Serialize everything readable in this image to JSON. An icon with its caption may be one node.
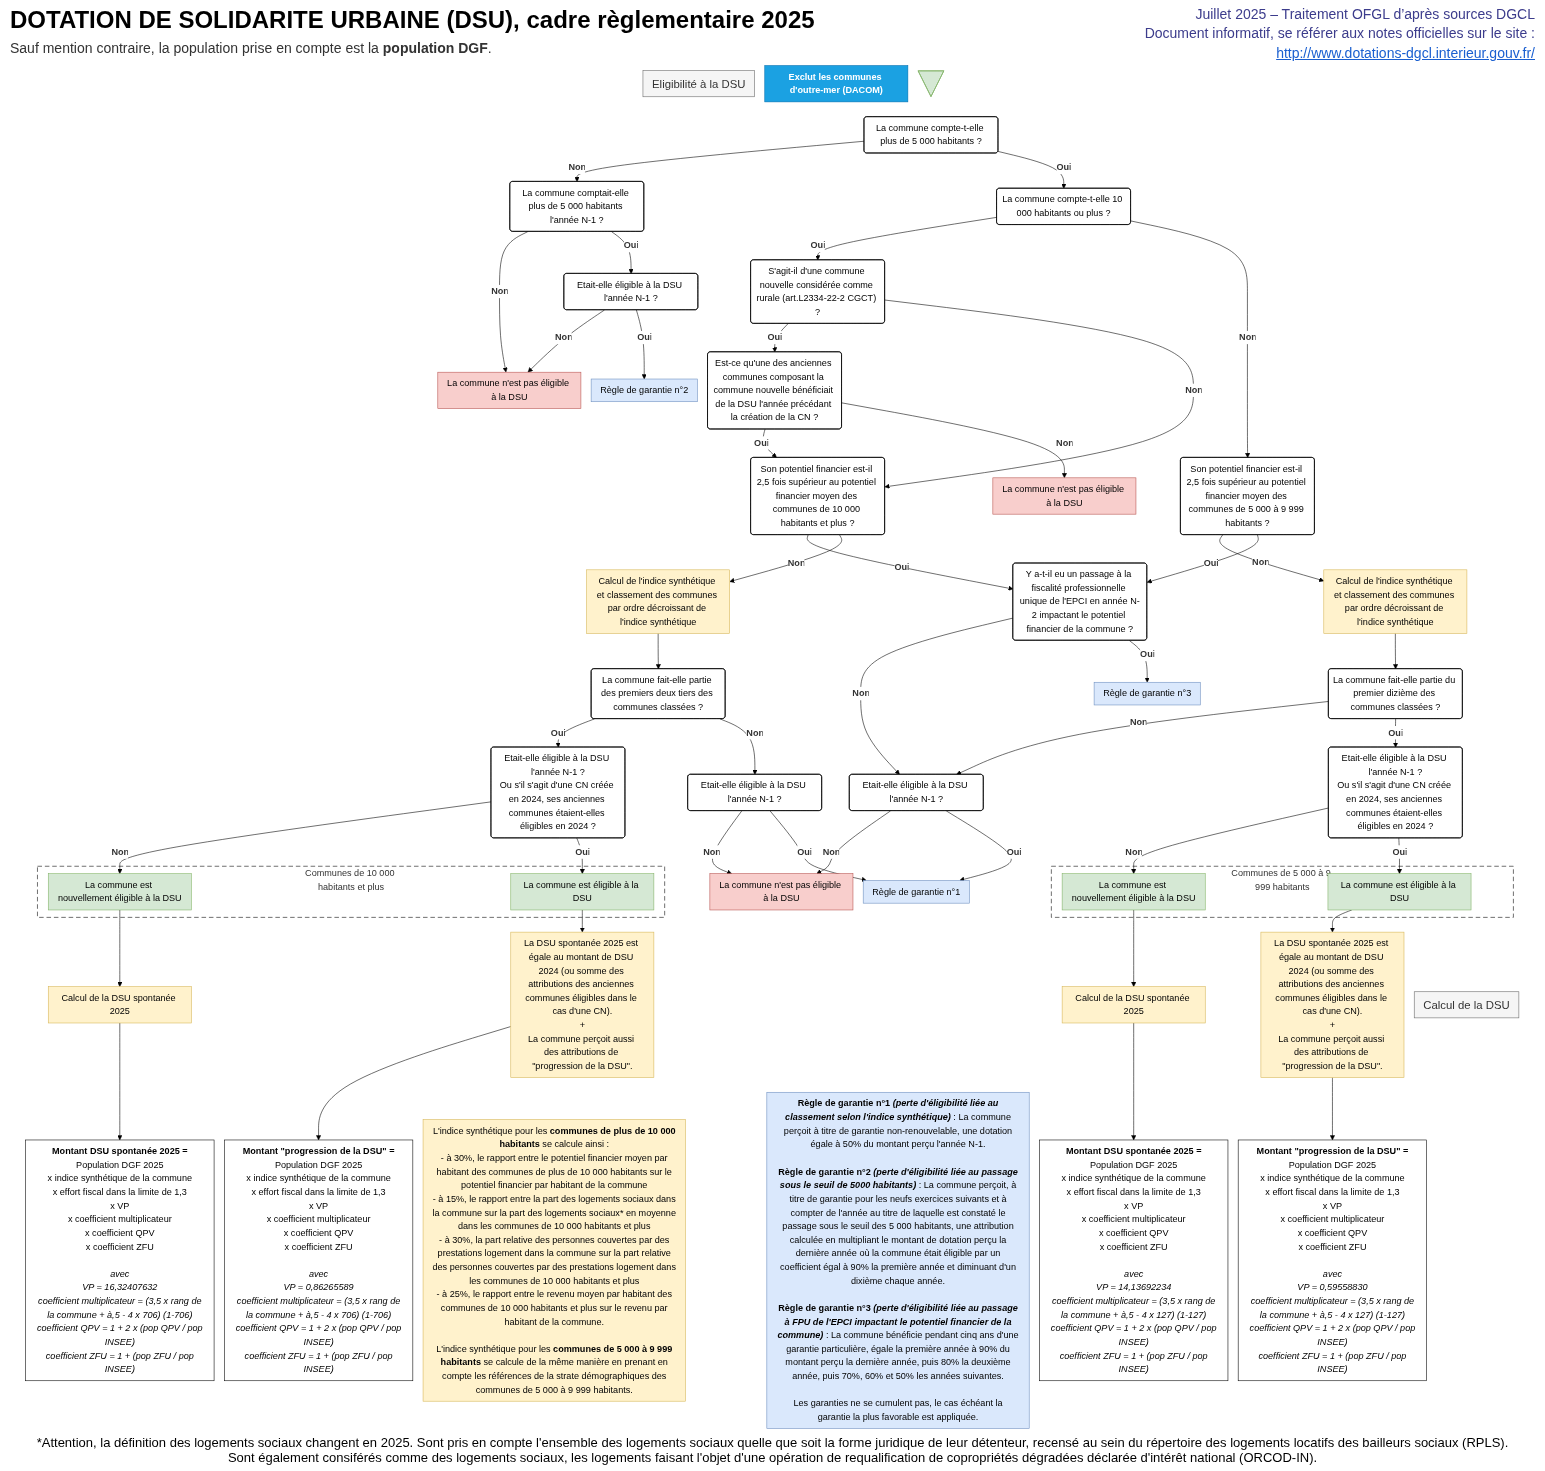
{
  "diagram": {
    "title": "DOTATION DE SOLIDARITE URBAINE (DSU), cadre règlementaire 2025",
    "nodes": [
      {
        "text": [
          "Eligibilité à la DSU"
        ]
      },
      {
        "text": [
          "Exclut les communes d'outre-mer (DACOM)"
        ]
      },
      {
        "text": [],
        "shape": "triangle"
      },
      {
        "text": [
          "La commune compte-t-elle plus de 5 000 habitants ?"
        ]
      },
      {
        "text": [
          "La commune comptait-elle plus de 5 000 habitants l'année N-1 ?"
        ]
      },
      {
        "text": [
          "La commune compte-t-elle 10 000 habitants ou plus ?"
        ]
      },
      {
        "text": [
          "S'agit-il d'une commune nouvelle considérée comme rurale (art.L2334-22-2 CGCT) ?"
        ]
      },
      {
        "text": [
          "Est-ce qu'une des anciennes communes composant la commune nouvelle bénéficiait de la DSU l'année précédant la création de la CN ?"
        ]
      },
      {
        "text": [
          "La commune n'est pas éligible à la DSU"
        ]
      },
      {
        "text": [
          "Etait-elle éligible à la DSU l'année N-1 ?"
        ]
      },
      {
        "text": [
          "La commune n'est pas éligible à la DSU"
        ]
      },
      {
        "text": [
          "Son potentiel financier est-il 2,5 fois supérieur au potentiel financier moyen des communes de 5 000 à 9 999 habitants ?"
        ]
      },
      {
        "text": [
          "Son potentiel financier est-il 2,5 fois supérieur au potentiel financier moyen des communes de 10 000 habitants et plus ?"
        ]
      },
      {
        "text": [
          "Règle de garantie n°2"
        ]
      },
      {
        "text": [
          "Calcul de l'indice synthétique et classement des communes par ordre décroissant de l'indice synthétique"
        ]
      },
      {
        "text": [
          "L'indice synthétique pour les **communes de plus de 10 000 habitants** se calcule ainsi :",
          "- à 30%, le rapport entre le potentiel financier moyen par habitant des communes de plus de 10 000 habitants sur le potentiel financier par habitant de la commune",
          "- à 15%, le rapport entre la part des logements sociaux dans la commune sur la part des logements sociaux* en moyenne dans les communes de 10 000 habitants et plus",
          "- à 30%, la part relative des personnes couvertes par des prestations logement dans la commune sur la part relative des personnes couvertes par des prestations logement dans les communes de 10 000 habitants et plus",
          "- à 25%, le rapport entre le revenu moyen par habitant des communes de 10 000 habitants et plus sur le revenu par habitant de la commune.",
          "L'indice synthétique pour les **communes de 5 000 à 9 999 habitants** se calcule de la même manière en prenant en compte les références de la strate démographiques des communes de 5 000 à 9 999 habitants."
        ]
      },
      {
        "text": [
          "Calcul de l'indice synthétique et classement des communes par ordre décroissant de l'indice synthétique"
        ]
      },
      {
        "text": [
          "Y a-t-il eu un passage à la fiscalité professionnelle unique de l'EPCI en année N-2 impactant le potentiel financier de la commune ?"
        ]
      },
      {
        "text": [
          "La commune fait-elle partie du premier dizième des communes classées ?"
        ]
      },
      {
        "text": [
          "La commune fait-elle partie des premiers deux tiers des communes classées ?"
        ]
      },
      {
        "text": [
          "La commune n'est pas éligible à la DSU"
        ]
      },
      {
        "text": [
          "Règle de garantie n°3"
        ]
      },
      {
        "text": [
          "Etait-elle éligible à la DSU l'année N-1 ?",
          "Ou s'il s'agit d'une CN créée en 2024, ses anciennes communes étaient-elles éligibles en 2024 ?"
        ]
      },
      {
        "text": [
          "Etait-elle éligible à la DSU l'année N-1 ?"
        ]
      },
      {
        "text": [
          "Règle de garantie n°1"
        ]
      },
      {
        "text": [
          "Etait-elle éligible à la DSU l'année N-1 ?"
        ]
      },
      {
        "text": [
          "Etait-elle éligible à la DSU l'année N-1 ?",
          "Ou s'il s'agit d'une CN créée en 2024, ses anciennes communes étaient-elles éligibles en 2024 ?"
        ]
      },
      {
        "text": [
          "Communes de 5 000 à 9 999 habitants"
        ]
      },
      {
        "text": [
          "La commune est nouvellement éligible à la DSU"
        ],
        "in": 27
      },
      {
        "text": [
          "La commune est éligible à la DSU"
        ],
        "in": 27
      },
      {
        "text": [
          "Communes de 10 000 habitants et plus"
        ]
      },
      {
        "text": [
          "La commune est nouvellement éligible à la DSU"
        ],
        "in": 30
      },
      {
        "text": [
          "La commune est éligible à la DSU"
        ],
        "in": 30
      },
      {
        "text": [
          "Calcul de la DSU"
        ]
      },
      {
        "text": [
          "Calcul de la DSU spontanée 2025"
        ]
      },
      {
        "text": [
          "La DSU spontanée 2025 est égale au montant de DSU 2024 (ou somme des attributions des anciennes communes éligibles dans le cas d'une CN).",
          "+",
          "La commune perçoit aussi des attributions de \"progression de la DSU\"."
        ]
      },
      {
        "text": [
          "Calcul de la DSU spontanée 2025"
        ]
      },
      {
        "text": [
          "La DSU spontanée 2025 est égale au montant de DSU 2024 (ou somme des attributions des anciennes communes éligibles dans le cas d'une CN).",
          "+",
          "La commune perçoit aussi des attributions de \"progression de la DSU\"."
        ]
      },
      {
        "text": [
          "**Règle de garantie n°1** *(perte d'éligibilité liée au classement selon l'indice synthétique)* : La commune perçoit à titre de garantie non-renouvelable, une dotation égale à 50% du montant perçu l'année N-1.",
          "**Règle de garantie n°2** *(perte d'éligibilité liée au passage sous le seuil de 5000 habitants)* : La commune perçoit, à titre de garantie pour les neufs exercices suivants et à compter de l'année au titre de laquelle est constaté le passage sous le seuil des 5 000 habitants, une attribution calculée en multipliant le montant de dotation perçu la dernière année où la commune était éligible par un coefficient égal à 90% la première année et diminuant d'un dixième chaque année.",
          "**Règle de garantie n°3** *(perte d'éligibilité liée au passage à FPU de l'EPCI impactant le potentiel financier de la commune)* : La commune bénéficie pendant cinq ans d'une garantie particulière, égale la première année à 90% du montant perçu la dernière année, puis 80% la deuxième année, puis 70%, 60% et 50% les années suivantes.",
          "Les garanties ne se cumulent pas, le cas échéant la garantie la plus favorable est appliquée."
        ]
      },
      {
        "text": [
          "Montant DSU spontanée 2025 =",
          "Population DGF 2025",
          "x indice synthétique de la commune",
          "x effort fiscal dans la limite de 1,3",
          "x VP",
          "x coefficient multiplicateur",
          "x coefficient QPV",
          "x coefficient ZFU",
          "avec",
          "VP = 14,13692234",
          "coefficient multiplicateur = (3,5 x rang de la commune + à,5 - 4 x 127) (1-127)",
          "coefficient QPV = 1 + 2 x (pop QPV / pop INSEE)",
          "coefficient ZFU = 1 + (pop ZFU / pop INSEE)"
        ]
      },
      {
        "text": [
          "Montant \"progression de la DSU\" =",
          "Population DGF 2025",
          "x indice synthétique de la commune",
          "x effort fiscal dans la limite de 1,3",
          "x VP",
          "x coefficient multiplicateur",
          "x coefficient QPV",
          "x coefficient ZFU",
          "avec",
          "VP = 0,59558830",
          "coefficient multiplicateur = (3,5 x rang de la commune + à,5 - 4 x 127) (1-127)",
          "coefficient QPV = 1 + 2 x (pop QPV / pop INSEE)",
          "coefficient ZFU = 1 + (pop ZFU / pop INSEE)"
        ]
      },
      {
        "text": [
          "Montant DSU spontanée 2025 =",
          "Population DGF 2025",
          "x indice synthétique de la commune",
          "x effort fiscal dans la limite de 1,3",
          "x VP",
          "x coefficient multiplicateur",
          "x coefficient QPV",
          "x coefficient ZFU",
          "avec",
          "VP = 16,32407632",
          "coefficient multiplicateur = (3,5 x rang de la commune + à,5 - 4 x 706) (1-706)",
          "coefficient QPV = 1 + 2 x (pop QPV / pop INSEE)",
          "coefficient ZFU = 1 + (pop ZFU / pop INSEE)"
        ]
      },
      {
        "text": [
          "Montant \"progression de la DSU\" =",
          "Population DGF 2025",
          "x indice synthétique de la commune",
          "x effort fiscal dans la limite de 1,3",
          "x VP",
          "x coefficient multiplicateur",
          "x coefficient QPV",
          "x coefficient ZFU",
          "avec",
          "VP = 0,86265589",
          "coefficient multiplicateur = (3,5 x rang de la commune + à,5 - 4 x 706) (1-706)",
          "coefficient QPV = 1 + 2 x (pop QPV / pop INSEE)",
          "coefficient ZFU = 1 + (pop ZFU / pop INSEE)"
        ]
      }
    ],
    "edges": [
      {
        "from": 3,
        "to": 4,
        "arrow": "to",
        "label": "Non"
      },
      {
        "from": 3,
        "to": 5,
        "arrow": "to",
        "label": "Oui"
      },
      {
        "from": 4,
        "to": 8,
        "arrow": "to",
        "label": "Non"
      },
      {
        "from": 4,
        "to": 9,
        "arrow": "to",
        "label": "Oui"
      },
      {
        "from": 9,
        "to": 8,
        "arrow": "to",
        "label": "Non"
      },
      {
        "from": 9,
        "to": 13,
        "arrow": "to",
        "label": "Oui"
      },
      {
        "from": 5,
        "to": 6,
        "arrow": "to",
        "label": "Oui"
      },
      {
        "from": 5,
        "to": 11,
        "arrow": "to",
        "label": "Non"
      },
      {
        "from": 6,
        "to": 7,
        "arrow": "to",
        "label": "Oui"
      },
      {
        "from": 6,
        "to": 12,
        "arrow": "to",
        "label": "Non"
      },
      {
        "from": 7,
        "to": 12,
        "arrow": "to",
        "label": "Oui"
      },
      {
        "from": 7,
        "to": 10,
        "arrow": "to",
        "label": "Non"
      },
      {
        "from": 11,
        "to": 14,
        "arrow": "to",
        "label": "Non"
      },
      {
        "from": 11,
        "to": 17,
        "arrow": "to",
        "label": "Oui"
      },
      {
        "from": 12,
        "to": 17,
        "arrow": "to",
        "label": "Oui"
      },
      {
        "from": 12,
        "to": 16,
        "arrow": "to",
        "label": "Non"
      },
      {
        "from": 14,
        "to": 18,
        "arrow": "to"
      },
      {
        "from": 16,
        "to": 19,
        "arrow": "to"
      },
      {
        "from": 17,
        "to": 23,
        "arrow": "to",
        "label": "Non"
      },
      {
        "from": 17,
        "to": 21,
        "arrow": "to",
        "label": "Oui"
      },
      {
        "from": 18,
        "to": 23,
        "arrow": "to",
        "label": "Non"
      },
      {
        "from": 18,
        "to": 22,
        "arrow": "to",
        "label": "Oui"
      },
      {
        "from": 19,
        "to": 26,
        "arrow": "to",
        "label": "Oui"
      },
      {
        "from": 19,
        "to": 25,
        "arrow": "to",
        "label": "Non"
      },
      {
        "from": 23,
        "to": 20,
        "arrow": "to",
        "label": "Non"
      },
      {
        "from": 23,
        "to": 24,
        "arrow": "to",
        "label": "Oui"
      },
      {
        "from": 25,
        "to": 20,
        "arrow": "to",
        "label": "Non"
      },
      {
        "from": 25,
        "to": 24,
        "arrow": "to",
        "label": "Oui"
      },
      {
        "from": 22,
        "to": 28,
        "arrow": "to",
        "label": "Non"
      },
      {
        "from": 22,
        "to": 29,
        "arrow": "to",
        "label": "Oui"
      },
      {
        "from": 26,
        "to": 31,
        "arrow": "to",
        "label": "Non"
      },
      {
        "from": 26,
        "to": 32,
        "arrow": "to",
        "label": "Oui"
      },
      {
        "from": 28,
        "to": 34,
        "arrow": "to"
      },
      {
        "from": 29,
        "to": 35,
        "arrow": "to"
      },
      {
        "from": 31,
        "to": 36,
        "arrow": "to"
      },
      {
        "from": 32,
        "to": 37,
        "arrow": "to"
      },
      {
        "from": 34,
        "to": 39,
        "arrow": "to"
      },
      {
        "from": 35,
        "to": 40,
        "arrow": "to"
      },
      {
        "from": 36,
        "to": 41,
        "arrow": "to"
      },
      {
        "from": 37,
        "to": 42,
        "arrow": "to"
      }
    ],
    "labels": [
      "Sauf mention contraire, la population prise en compte est la **population DGF**.",
      "Juillet 2025 – Traitement OFGL d’après sources DGCL",
      "Document informatif, se référer aux notes officielles sur le site :",
      "http://www.dotations-dgcl.interieur.gouv.fr/",
      "*Attention, la définition des logements sociaux changent en 2025. Sont pris en compte l'ensemble des logements sociaux quelle que soit la forme juridique de leur détenteur, recensé au sein du répertoire des logements locatifs des bailleurs sociaux (RPLS). Sont également consiférés comme des logements sociaux, les logements faisant l'objet d'une opération de requalification de copropriétés dégradées déclarée d'intérêt national (ORCOD-IN)."
    ]
  }
}
